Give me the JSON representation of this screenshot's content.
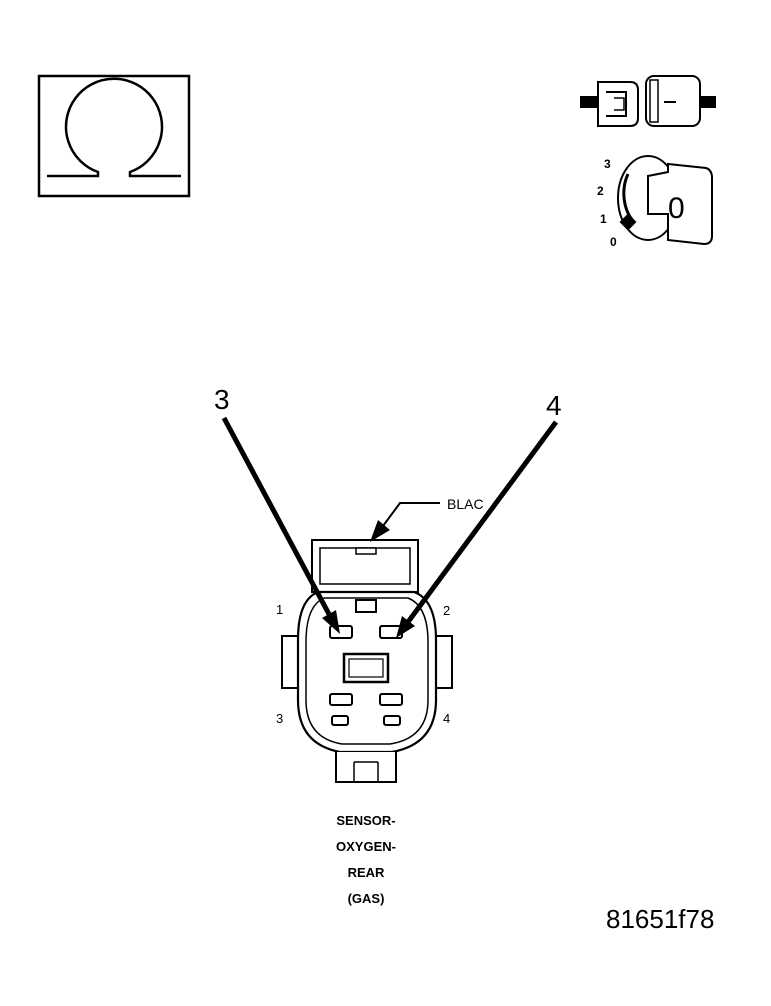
{
  "callouts": {
    "left": "3",
    "right": "4"
  },
  "connector": {
    "color_label": "BLACK",
    "pin_labels": {
      "p1": "1",
      "p2": "2",
      "p3": "3",
      "p4": "4"
    }
  },
  "caption": {
    "line1": "SENSOR-",
    "line2": "OXYGEN-",
    "line3": "REAR",
    "line4": "(GAS)"
  },
  "ignition": {
    "dial_labels": {
      "d3": "3",
      "d2": "2",
      "d1": "1",
      "d0": "0"
    },
    "key_label": "0"
  },
  "figure_id": "81651f78",
  "icons": {
    "meter": "ohm-symbol-icon",
    "disconnect": "connector-disconnect-icon",
    "ignition": "ignition-key-off-icon"
  }
}
